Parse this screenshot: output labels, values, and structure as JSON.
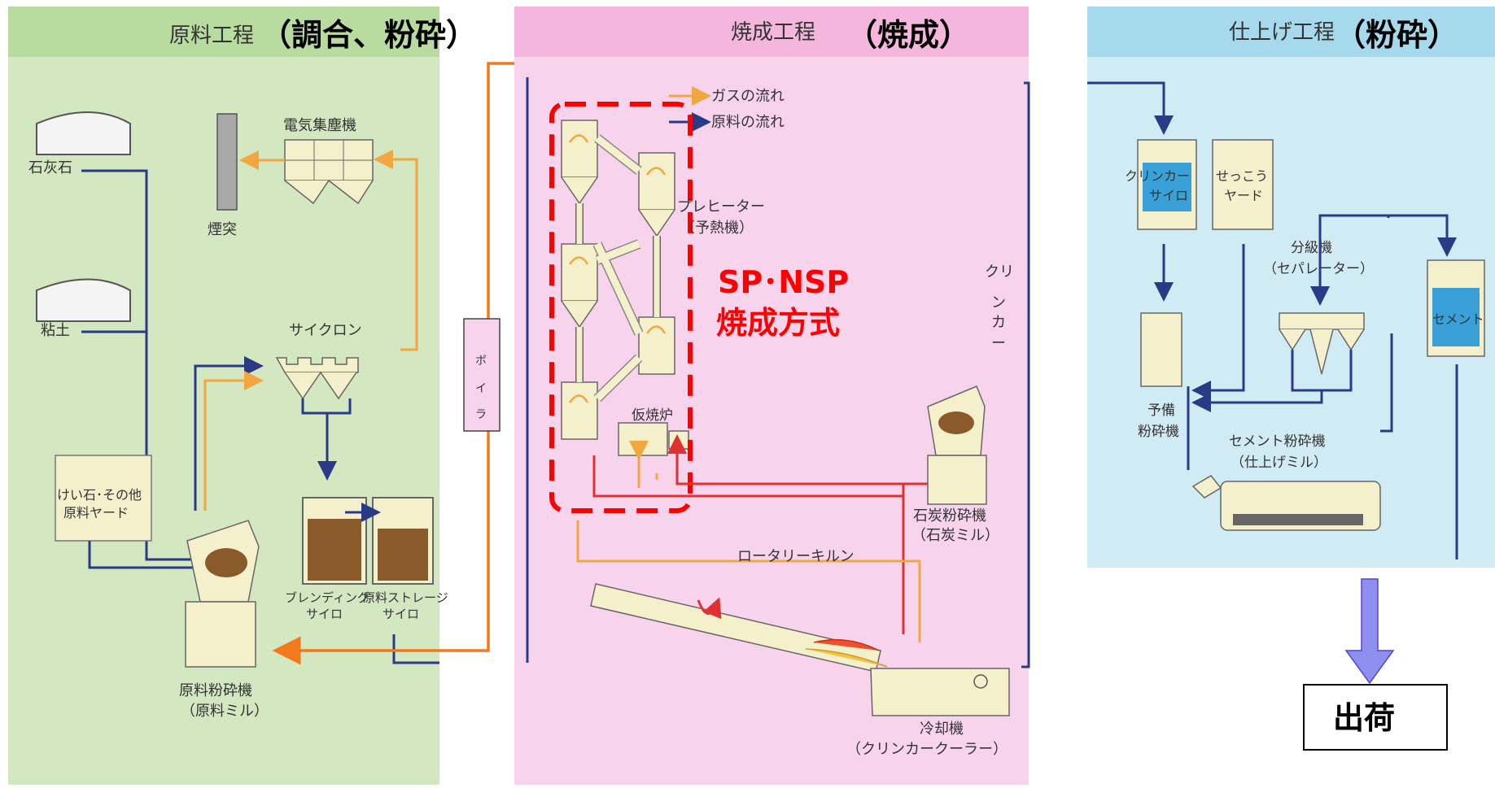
{
  "panels": {
    "raw": {
      "title": "原料工程",
      "title_note": "（調合、粉砕）"
    },
    "firing": {
      "title": "焼成工程",
      "title_note": "（焼成）"
    },
    "finish": {
      "title": "仕上げ工程",
      "title_note": "（粉砕）"
    }
  },
  "raw": {
    "limestone": "石灰石",
    "clay": "粘土",
    "silica_1": "けい石･その他",
    "silica_2": "原料ヤード",
    "chimney": "煙突",
    "electrostatic": "電気集塵機",
    "cyclone": "サイクロン",
    "blending_1": "ブレンディング",
    "blending_2": "サイロ",
    "storage_1": "原料ストレージ",
    "storage_2": "サイロ",
    "mill_1": "原料粉砕機",
    "mill_2": "（原料ミル）"
  },
  "boiler": {
    "c1": "ボ",
    "c2": "イ",
    "c3": "ラ"
  },
  "firing": {
    "legend_gas": "ガスの流れ",
    "legend_raw": "原料の流れ",
    "preheater_1": "プレヒーター",
    "preheater_2": "（予熱機）",
    "calciner": "仮焼炉",
    "sp_line1": "SP･NSP",
    "sp_line2": "焼成方式",
    "clinker_1": "クリ",
    "clinker_2": "ン",
    "clinker_3": "カ",
    "clinker_4": "ー",
    "coal_1": "石炭粉砕機",
    "coal_2": "（石炭ミル）",
    "kiln": "ロータリーキルン",
    "cooler_1": "冷却機",
    "cooler_2": "（クリンカークーラー）"
  },
  "finish": {
    "clinker_silo_1": "クリンカー",
    "clinker_silo_2": "サイロ",
    "gypsum_1": "せっこう",
    "gypsum_2": "ヤード",
    "separator_1": "分級機",
    "separator_2": "（セパレーター）",
    "cement": "セメント",
    "premill_1": "予備",
    "premill_2": "粉砕機",
    "finishmill_1": "セメント粉砕機",
    "finishmill_2": "（仕上げミル）"
  },
  "shipping": "出荷",
  "colors": {
    "raw_bg": "#d3e7c0",
    "firing_bg": "#f8d4ec",
    "finish_bg": "#d1ebf4",
    "gas": "#f2a640",
    "material": "#2a3a86",
    "boiler_pipe": "#f27a1c",
    "accent_red": "#ff0000",
    "shipping_arrow": "#8f8ff0"
  }
}
